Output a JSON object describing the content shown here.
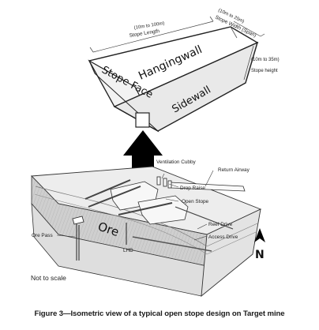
{
  "figure": {
    "dimensions": {
      "length_range": "(10m to 100m)",
      "length_label": "Stope Length",
      "width_range": "(10m to 25m)",
      "width_label": "Stope Width (Span)",
      "height_range": "(10m to 35m)",
      "height_label": "Stope height"
    },
    "stope_faces": {
      "hangingwall": "Hangingwall",
      "stope_face": "Stope Face",
      "sidewall": "Sidewall"
    },
    "callouts": {
      "ventilation_cubby": "Ventilation Cubby",
      "return_airway": "Return Airway",
      "drop_raise": "Drop Raise",
      "open_stope": "Open Stope",
      "reef_drive": "Reef Drive",
      "access_drive": "Access Drive",
      "ore_pass": "Ore Pass",
      "lhd": "LHD"
    },
    "ore_label": "Ore",
    "north_label": "N",
    "scale_note": "Not to scale",
    "icons": [
      "north-arrow-icon",
      "up-arrow-icon"
    ]
  },
  "caption": "Figure 3—Isometric view of a typical open stope design on Target mine"
}
